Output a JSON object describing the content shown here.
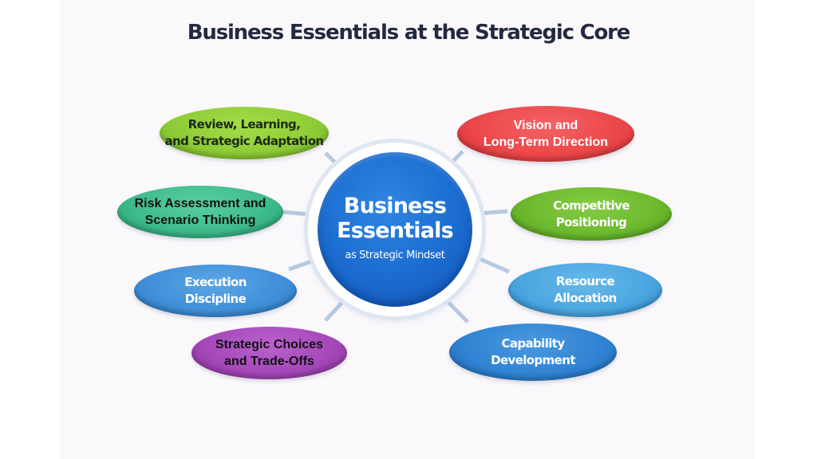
{
  "title": "Business Essentials at the Strategic Core",
  "hub": {
    "line1": "Business",
    "line2": "Essentials",
    "subtitle": "as Strategic Mindset",
    "color": "#1b6bd0"
  },
  "nodes": [
    {
      "id": "review",
      "line1": "Review, Learning,",
      "line2": "and Strategic Adaptation",
      "color": "#8dcc36",
      "text_color": "#1d2a1a"
    },
    {
      "id": "risk",
      "line1": "Risk Assessment and",
      "line2": "Scenario Thinking",
      "color": "#3dba8a",
      "text_color": "#111111"
    },
    {
      "id": "execution",
      "line1": "Execution",
      "line2": "Discipline",
      "color": "#3f8fd8",
      "text_color": "#ffffff"
    },
    {
      "id": "strategic-choices",
      "line1": "Strategic Choices",
      "line2": "and Trade-Offs",
      "color": "#a447b8",
      "text_color": "#111111"
    },
    {
      "id": "vision",
      "line1": "Vision and",
      "line2": "Long-Term Direction",
      "color": "#eb4649",
      "text_color": "#ffffff"
    },
    {
      "id": "competitive",
      "line1": "Competitive",
      "line2": "Positioning",
      "color": "#6bb82e",
      "text_color": "#ffffff"
    },
    {
      "id": "resource",
      "line1": "Resource",
      "line2": "Allocation",
      "color": "#4aa6e0",
      "text_color": "#ffffff"
    },
    {
      "id": "capability",
      "line1": "Capability",
      "line2": "Development",
      "color": "#2f83d2",
      "text_color": "#ffffff"
    }
  ],
  "connector_color": "#b7c9e0"
}
